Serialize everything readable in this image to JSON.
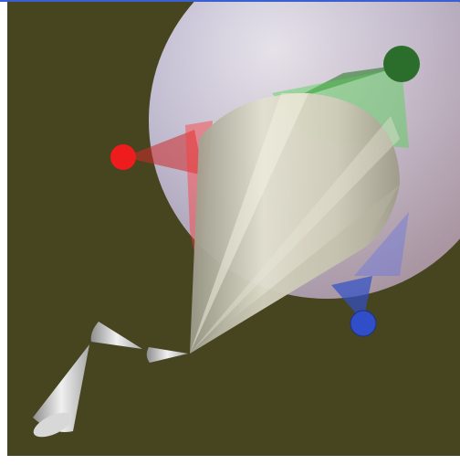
{
  "window": {
    "topbar_color": "#3a5fd0"
  },
  "scene": {
    "background_color": "#474520",
    "lights": [
      {
        "name": "red-light",
        "color": "#ee1c1c"
      },
      {
        "name": "green-light",
        "color": "#2a7a2a"
      },
      {
        "name": "blue-light",
        "color": "#2f4ec8"
      }
    ],
    "sphere_color": "#c9c4d8",
    "cone_color": "#d8d6c4",
    "camera_color": "#c0c0c0"
  }
}
